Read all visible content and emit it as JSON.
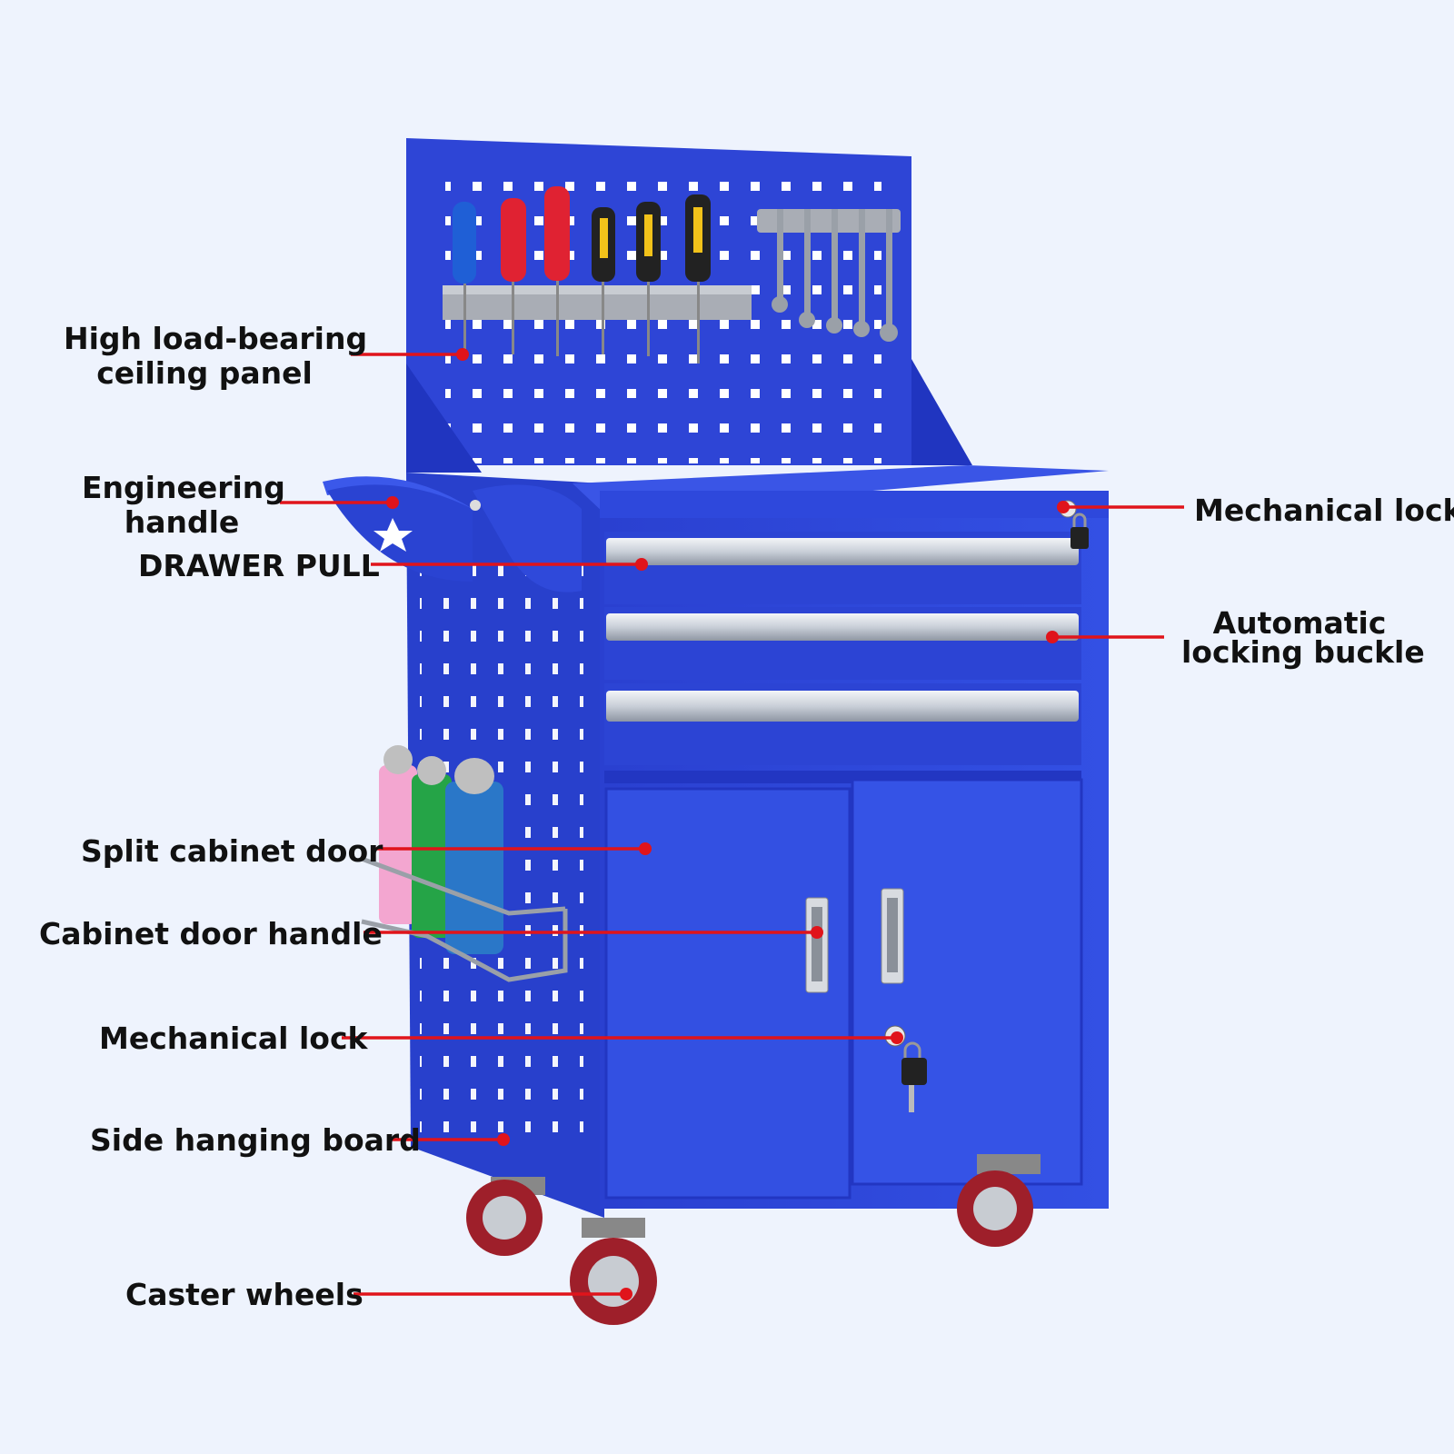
{
  "colors": {
    "background": "#eef3fd",
    "cabinet_blue": "#2f47db",
    "cabinet_dark": "#1f33b8",
    "callout_red": "#e0141b",
    "label_text": "#111111",
    "drawer_pull": "#c9cfd8",
    "wheel_red": "#9e1f2a"
  },
  "labels": {
    "ceiling_panel": [
      "High load-bearing",
      "ceiling panel"
    ],
    "engineering_handle": [
      "Engineering",
      "handle"
    ],
    "drawer_pull": "DRAWER PULL",
    "mechanical_lock_top": "Mechanical lock",
    "auto_buckle": [
      "Automatic",
      "locking buckle"
    ],
    "split_door": "Split cabinet door",
    "door_handle": "Cabinet door handle",
    "mechanical_lock_bottom": "Mechanical lock",
    "side_board": "Side hanging board",
    "caster_wheels": "Caster wheels"
  },
  "icons": {
    "tool_cart": "tool-cart-illustration",
    "screwdriver": "screwdriver-icon",
    "wrench": "wrench-icon",
    "padlock": "padlock-icon",
    "spray_can": "spray-can-icon",
    "caster_wheel": "caster-wheel-icon"
  }
}
